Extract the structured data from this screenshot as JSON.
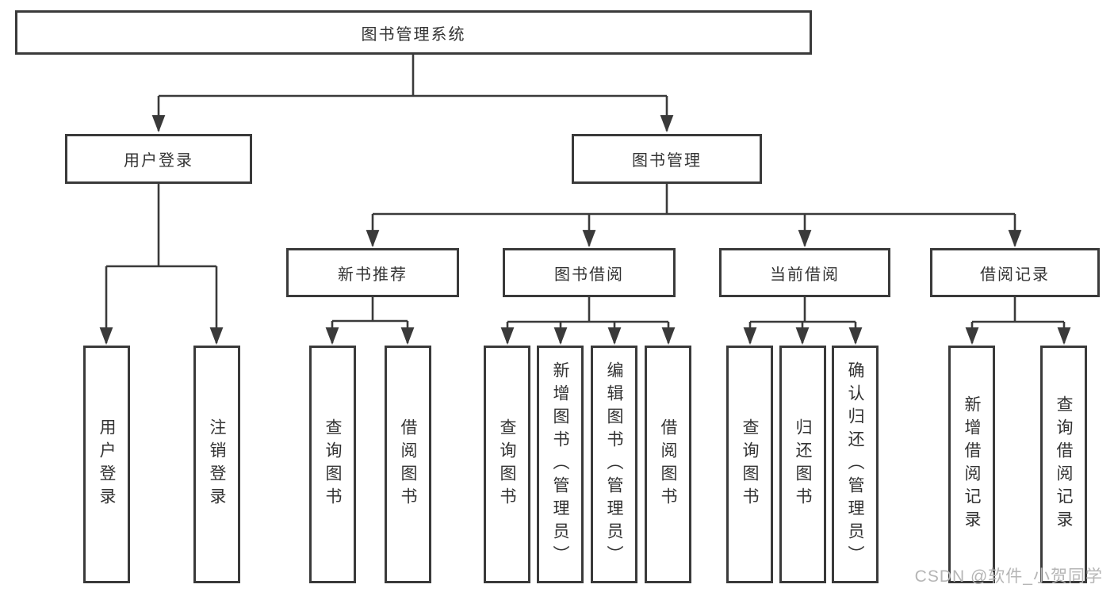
{
  "page": {
    "background": "#ffffff",
    "watermark": {
      "text": "CSDN @软件_小贺同学",
      "color": "#b5b5b5"
    }
  },
  "colors": {
    "line": "#3a3a3a",
    "border": "#3a3a3a",
    "text": "#333333",
    "box_fill": "#ffffff"
  },
  "tree": {
    "root": {
      "label": "图书管理系统"
    },
    "branches": [
      {
        "label": "用户登录",
        "children": [
          {
            "label": "用户登录"
          },
          {
            "label": "注销登录"
          }
        ]
      },
      {
        "label": "图书管理",
        "children": [
          {
            "label": "新书推荐",
            "children": [
              {
                "label": "查询图书"
              },
              {
                "label": "借阅图书"
              }
            ]
          },
          {
            "label": "图书借阅",
            "children": [
              {
                "label": "查询图书"
              },
              {
                "label": "新增图书（管理员）"
              },
              {
                "label": "编辑图书（管理员）"
              },
              {
                "label": "借阅图书"
              }
            ]
          },
          {
            "label": "当前借阅",
            "children": [
              {
                "label": "查询图书"
              },
              {
                "label": "归还图书"
              },
              {
                "label": "确认归还（管理员）"
              }
            ]
          },
          {
            "label": "借阅记录",
            "children": [
              {
                "label": "新增借阅记录"
              },
              {
                "label": "查询借阅记录"
              }
            ]
          }
        ]
      }
    ]
  }
}
